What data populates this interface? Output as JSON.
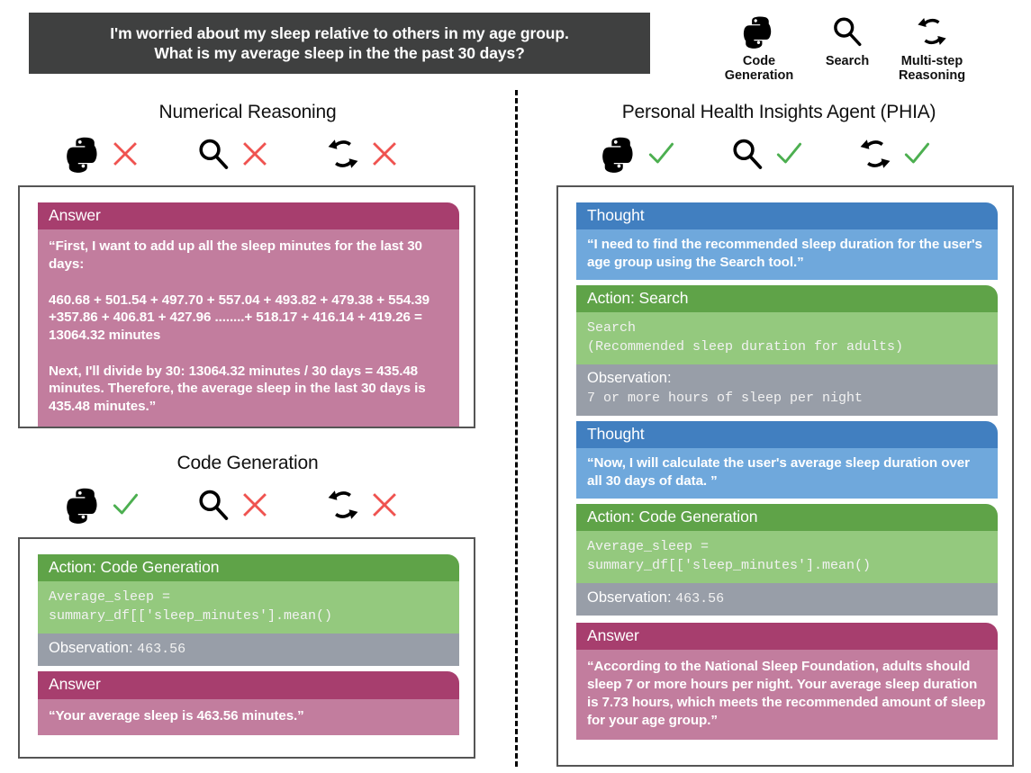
{
  "query": {
    "line1": "I'm worried about my sleep relative to others in my age group.",
    "line2": "What is my average sleep in the the past 30 days?"
  },
  "legend": {
    "items": [
      {
        "icon": "python-icon",
        "label_line1": "Code",
        "label_line2": "Generation"
      },
      {
        "icon": "search-icon",
        "label_line1": "Search",
        "label_line2": ""
      },
      {
        "icon": "multi-step-icon",
        "label_line1": "Multi-step",
        "label_line2": "Reasoning"
      }
    ]
  },
  "columns": {
    "numerical": {
      "title": "Numerical Reasoning",
      "capabilities": [
        {
          "icon": "python-icon",
          "mark": "cross"
        },
        {
          "icon": "search-icon",
          "mark": "cross"
        },
        {
          "icon": "multi-step-icon",
          "mark": "cross"
        }
      ],
      "blocks": [
        {
          "type": "answer",
          "header": "Answer",
          "body": "“First, I want to add up all the sleep minutes for the last 30 days:\n\n460.68 + 501.54 + 497.70 + 557.04 + 493.82 + 479.38 + 554.39 +357.86 + 406.81 + 427.96 ........+ 518.17 + 416.14 + 419.26 = 13064.32 minutes\n\nNext, I'll divide by 30: 13064.32 minutes / 30 days = 435.48 minutes. Therefore, the average sleep in the last 30 days is 435.48 minutes.”"
        }
      ]
    },
    "codegen": {
      "title": "Code Generation",
      "capabilities": [
        {
          "icon": "python-icon",
          "mark": "check"
        },
        {
          "icon": "search-icon",
          "mark": "cross"
        },
        {
          "icon": "multi-step-icon",
          "mark": "cross"
        }
      ],
      "blocks": [
        {
          "type": "action",
          "header": "Action: Code Generation",
          "code": "Average_sleep =\nsummary_df[['sleep_minutes'].mean()"
        },
        {
          "type": "observation-inline",
          "label": "Observation:",
          "value": "463.56"
        },
        {
          "type": "answer",
          "header": "Answer",
          "body": "“Your average sleep is 463.56 minutes.”"
        }
      ]
    },
    "phia": {
      "title": "Personal Health Insights Agent (PHIA)",
      "capabilities": [
        {
          "icon": "python-icon",
          "mark": "check"
        },
        {
          "icon": "search-icon",
          "mark": "check"
        },
        {
          "icon": "multi-step-icon",
          "mark": "check"
        }
      ],
      "blocks": [
        {
          "type": "thought",
          "header": "Thought",
          "body": "“I need to find the recommended sleep duration for the user's age group using the Search tool.”"
        },
        {
          "type": "action",
          "header": "Action: Search",
          "code": "Search\n(Recommended sleep duration for adults)"
        },
        {
          "type": "observation-block",
          "label": "Observation:",
          "value": "7 or more hours of sleep per night"
        },
        {
          "type": "thought",
          "header": "Thought",
          "body": "“Now, I will calculate the user's average sleep duration over all 30 days of data. ”"
        },
        {
          "type": "action",
          "header": "Action: Code Generation",
          "code": "Average_sleep =\nsummary_df[['sleep_minutes'].mean()"
        },
        {
          "type": "observation-inline",
          "label": "Observation:",
          "value": "463.56"
        },
        {
          "type": "answer",
          "header": "Answer",
          "body": "“According to the National Sleep Foundation, adults should sleep 7 or more hours per night. Your average sleep duration is 7.73 hours, which meets the recommended amount of sleep for your age group.”"
        }
      ]
    }
  },
  "colors": {
    "banner_bg": "#3f4040",
    "answer_header": "#a73e6e",
    "answer_body": "#c27d9e",
    "action_header": "#5fa348",
    "action_body": "#94c97e",
    "observation_bg": "#989ea8",
    "thought_header": "#417fc0",
    "thought_body": "#6fa8dc",
    "check_mark": "#4caf50",
    "cross_mark": "#ef5350"
  }
}
